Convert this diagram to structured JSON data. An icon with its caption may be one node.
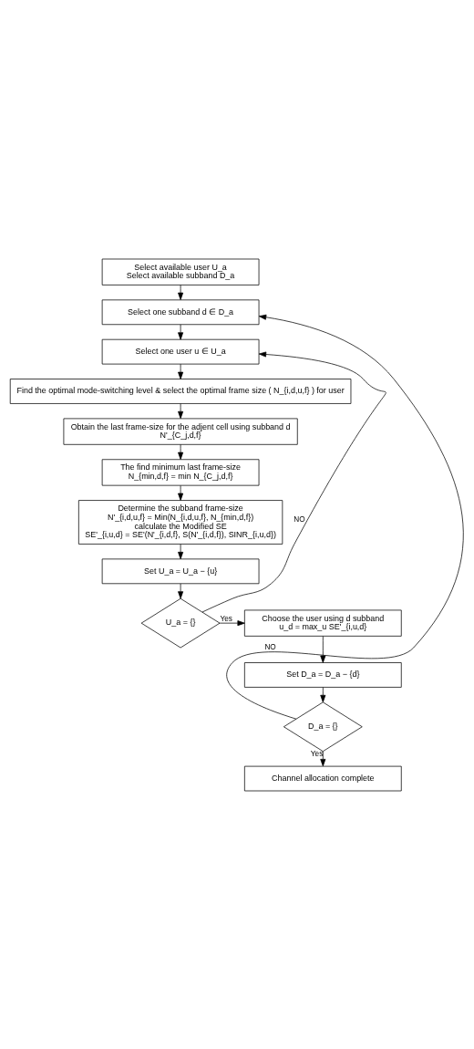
{
  "diagram": {
    "nodes": [
      {
        "text": [
          "Select available user U_a",
          "Select available subband D_a"
        ]
      },
      {
        "text": [
          "Select one subband d ∈ D_a"
        ]
      },
      {
        "text": [
          "Select one user u ∈ U_a"
        ]
      },
      {
        "text": [
          "Find the optimal mode-switching level & select the optimal frame size ( N_{i,d,u,f} ) for user"
        ]
      },
      {
        "text": [
          "Obtain the last frame-size for the adjent cell using subband d",
          "N'_{C_j,d,f}"
        ]
      },
      {
        "text": [
          "The find minimum last frame-size",
          "N_{min,d,f} = min N_{C_j,d,f}"
        ]
      },
      {
        "text": [
          "Determine the subband frame-size",
          "N'_{i,d,u,f} = Min(N_{i,d,u,f}, N_{min,d,f})",
          "calculate the Modified SE",
          "SE'_{i,u,d} = SE'(N'_{i,d,f}, S(N'_{i,d,f}), SINR_{i,u,d})"
        ]
      },
      {
        "text": [
          "Set U_a = U_a − {u}"
        ]
      },
      {
        "text": [
          "U_a = {}"
        ]
      },
      {
        "text": [
          "Choose the user using d subband",
          "u_d = max_u SE'_{i,u,d}"
        ]
      },
      {
        "text": [
          "Set D_a = D_a − {d}"
        ]
      },
      {
        "text": [
          "D_a = {}"
        ]
      },
      {
        "text": [
          "Channel allocation complete"
        ]
      }
    ],
    "edges": [
      {
        "from": 0,
        "to": 1,
        "arrow": "to"
      },
      {
        "from": 1,
        "to": 2,
        "arrow": "to"
      },
      {
        "from": 2,
        "to": 3,
        "arrow": "to"
      },
      {
        "from": 3,
        "to": 4,
        "arrow": "to"
      },
      {
        "from": 4,
        "to": 5,
        "arrow": "to"
      },
      {
        "from": 5,
        "to": 6,
        "arrow": "to"
      },
      {
        "from": 6,
        "to": 7,
        "arrow": "to"
      },
      {
        "from": 7,
        "to": 8,
        "arrow": "to"
      },
      {
        "from": 8,
        "to": 2,
        "arrow": "to",
        "label": "NO"
      },
      {
        "from": 8,
        "to": 9,
        "arrow": "to",
        "label": "Yes"
      },
      {
        "from": 9,
        "to": 10,
        "arrow": "to"
      },
      {
        "from": 10,
        "to": 11,
        "arrow": "to"
      },
      {
        "from": 11,
        "to": 1,
        "arrow": "to",
        "label": "NO"
      },
      {
        "from": 11,
        "to": 12,
        "arrow": "to",
        "label": "Yes"
      }
    ]
  }
}
